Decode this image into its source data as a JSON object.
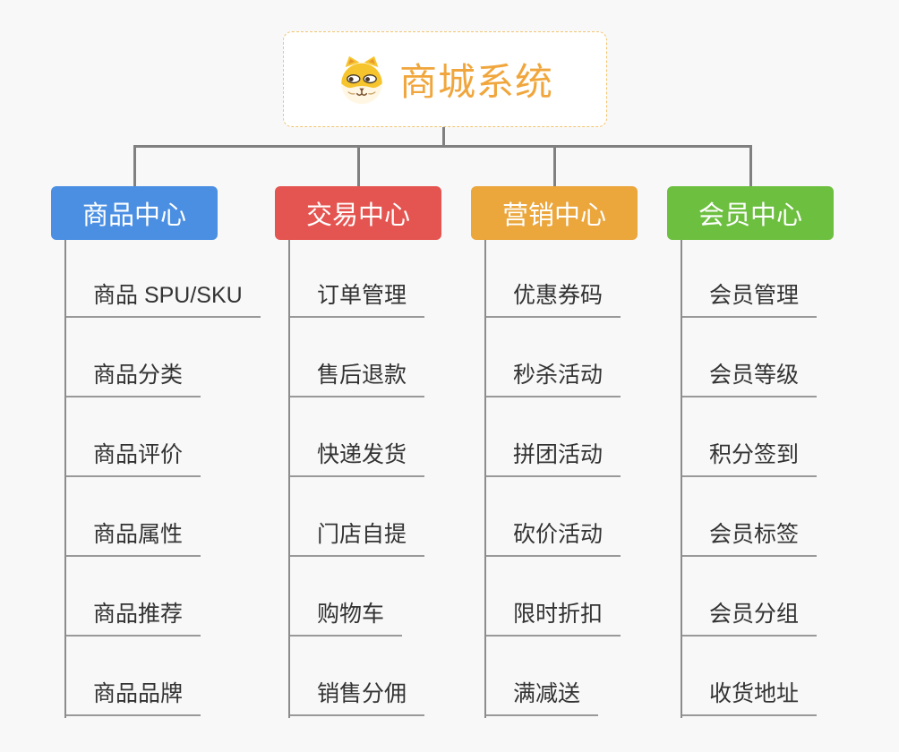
{
  "root": {
    "title": "商城系统",
    "icon": "dog-face-icon"
  },
  "branches": [
    {
      "label": "商品中心",
      "color": "#4a8fe2",
      "items": [
        "商品 SPU/SKU",
        "商品分类",
        "商品评价",
        "商品属性",
        "商品推荐",
        "商品品牌"
      ]
    },
    {
      "label": "交易中心",
      "color": "#e45551",
      "items": [
        "订单管理",
        "售后退款",
        "快递发货",
        "门店自提",
        "购物车",
        "销售分佣"
      ]
    },
    {
      "label": "营销中心",
      "color": "#eba63c",
      "items": [
        "优惠券码",
        "秒杀活动",
        "拼团活动",
        "砍价活动",
        "限时折扣",
        "满减送"
      ]
    },
    {
      "label": "会员中心",
      "color": "#6dbf40",
      "items": [
        "会员管理",
        "会员等级",
        "积分签到",
        "会员标签",
        "会员分组",
        "收货地址"
      ]
    }
  ],
  "colors": {
    "background": "#f8f8f8",
    "connector": "#808080",
    "underline": "#999999",
    "leaf_text": "#333333",
    "root_border": "#f2c571",
    "root_text": "#f0a63c"
  }
}
